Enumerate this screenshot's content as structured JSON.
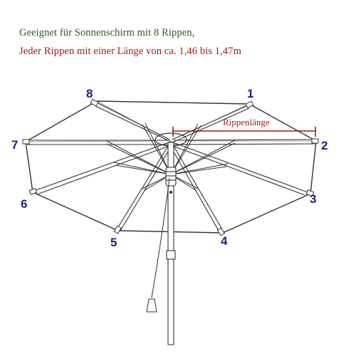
{
  "caption": {
    "line1": "Geeignet für Sonnenschirm mit 8 Rippen,",
    "line2": "Jeder Rippen mit einer Länge von ca. 1,46 bis 1,47m"
  },
  "diagram": {
    "rib_length_label": "Rippenlänge",
    "rib_numbers": [
      "1",
      "2",
      "3",
      "4",
      "5",
      "6",
      "7",
      "8"
    ]
  },
  "colors": {
    "caption_line1": "#2e5a1c",
    "caption_line2": "#a11d1d",
    "rib_numbers": "#1a237e",
    "measure": "#9c1a1a",
    "frame": "#333333"
  }
}
